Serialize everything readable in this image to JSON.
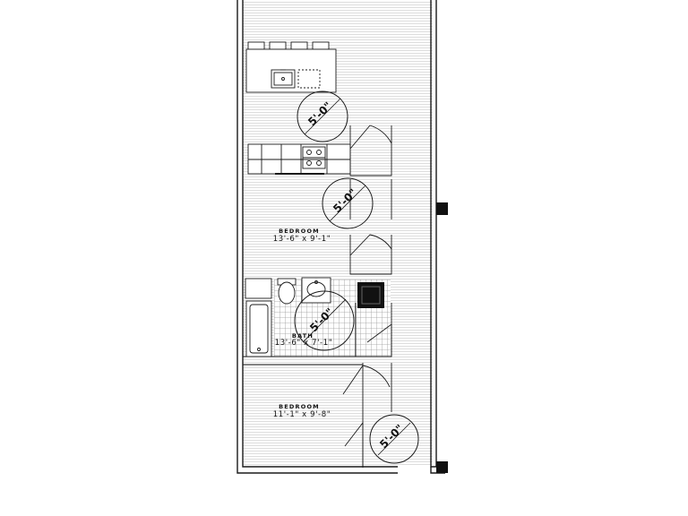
{
  "rooms": [
    {
      "name": "BEDROOM",
      "dims": "13'-6\" x 9'-1\""
    },
    {
      "name": "BATH",
      "dims": "13'-6\" x 7'-1\""
    },
    {
      "name": "BEDROOM",
      "dims": "11'-1\" x 9'-8\""
    }
  ],
  "clearances": [
    "5'-0\"",
    "5'-0\"",
    "5'-0\"",
    "5'-0\""
  ],
  "colors": {
    "line": "#1a1a1a",
    "floor_hatch": "#cfcfcf",
    "tile": "#9a9a9a",
    "fill_dark": "#111111"
  }
}
